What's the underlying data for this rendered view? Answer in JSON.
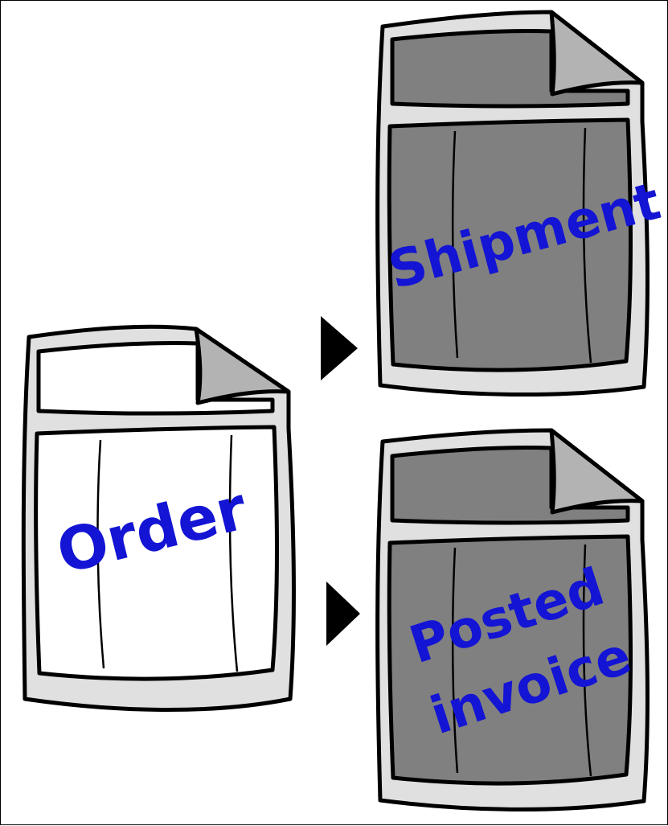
{
  "diagram": {
    "documents": [
      {
        "id": "order",
        "label": "Order",
        "fill": "#ffffff"
      },
      {
        "id": "shipment",
        "label": "Shipment",
        "fill": "#808080"
      },
      {
        "id": "posted-invoice",
        "label_lines": [
          "Posted",
          "invoice"
        ],
        "fill": "#808080"
      }
    ],
    "colors": {
      "outline": "#000000",
      "page_border": "#e0e0e0",
      "fold": "#b3b3b3",
      "label": "#1414d4"
    },
    "arrows": [
      {
        "from": "order",
        "to": "shipment",
        "icon": "triangle-arrow-right"
      },
      {
        "from": "order",
        "to": "posted-invoice",
        "icon": "triangle-arrow-right"
      }
    ]
  }
}
